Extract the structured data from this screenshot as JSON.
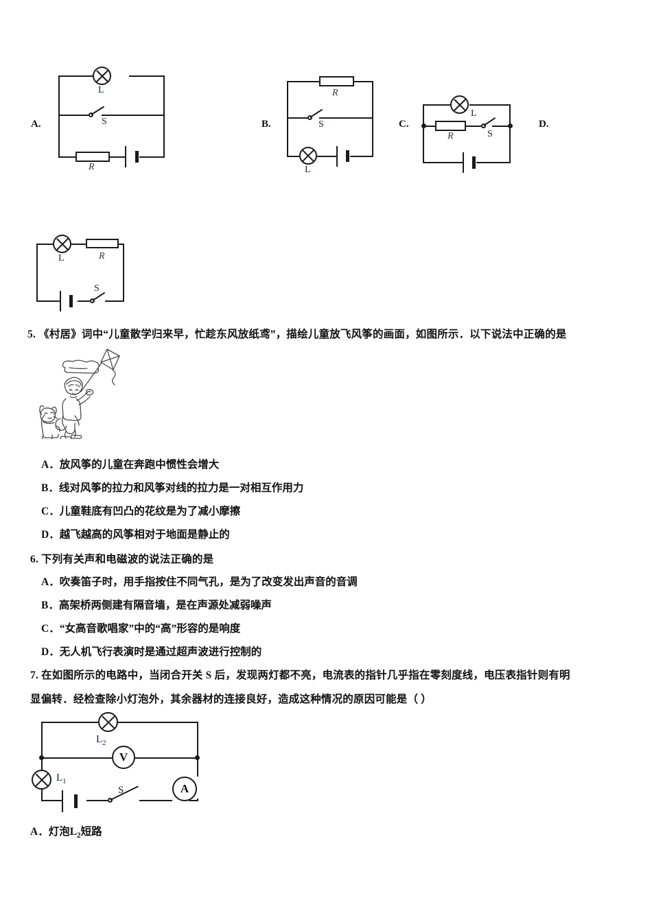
{
  "document": {
    "type": "physics-exam-page"
  },
  "circuit_choices": {
    "labels": {
      "a": "A.",
      "b": "B.",
      "c": "C.",
      "d": "D."
    },
    "components": {
      "lamp": "L",
      "resistor": "R",
      "switch": "S"
    }
  },
  "questions": [
    {
      "number": "5.",
      "stem": "《村居》词中“儿童散学归来早，忙趁东风放纸鸢”，描绘儿童放飞风筝的画面，如图所示．以下说法中正确的是",
      "figure": "kite-flying-illustration",
      "options": [
        {
          "letter": "A．",
          "text": "放风筝的儿童在奔跑中惯性会增大"
        },
        {
          "letter": "B．",
          "text": "线对风筝的拉力和风筝对线的拉力是一对相互作用力"
        },
        {
          "letter": "C．",
          "text": "儿童鞋底有凹凸的花纹是为了减小摩擦"
        },
        {
          "letter": "D．",
          "text": "越飞越高的风筝相对于地面是静止的"
        }
      ]
    },
    {
      "number": "6.",
      "stem": "下列有关声和电磁波的说法正确的是",
      "options": [
        {
          "letter": "A．",
          "text": "吹奏笛子时，用手指按住不同气孔，是为了改变发出声音的音调"
        },
        {
          "letter": "B．",
          "text": "高架桥两侧建有隔音墙，是在声源处减弱噪声"
        },
        {
          "letter": "C．",
          "text": "“女高音歌唱家”中的“高”形容的是响度"
        },
        {
          "letter": "D．",
          "text": "无人机飞行表演时是通过超声波进行控制的"
        }
      ]
    },
    {
      "number": "7.",
      "stem_line1": "在如图所示的电路中，当闭合开关 S 后，发现两灯都不亮，电流表的指针几乎指在零刻度线，电压表指针则有明",
      "stem_line2": "显偏转．经检查除小灯泡外，其余器材的连接良好，造成这种情况的原因可能是（ ）",
      "figure": {
        "name": "two-lamp-voltmeter-ammeter-circuit",
        "lamp1": "L₁",
        "lamp2": "L₂",
        "voltmeter": "V",
        "ammeter": "A",
        "switch": "S"
      },
      "options": [
        {
          "letter": "A．",
          "text": "灯泡L",
          "sub": "2",
          "tail": "短路"
        }
      ]
    }
  ]
}
